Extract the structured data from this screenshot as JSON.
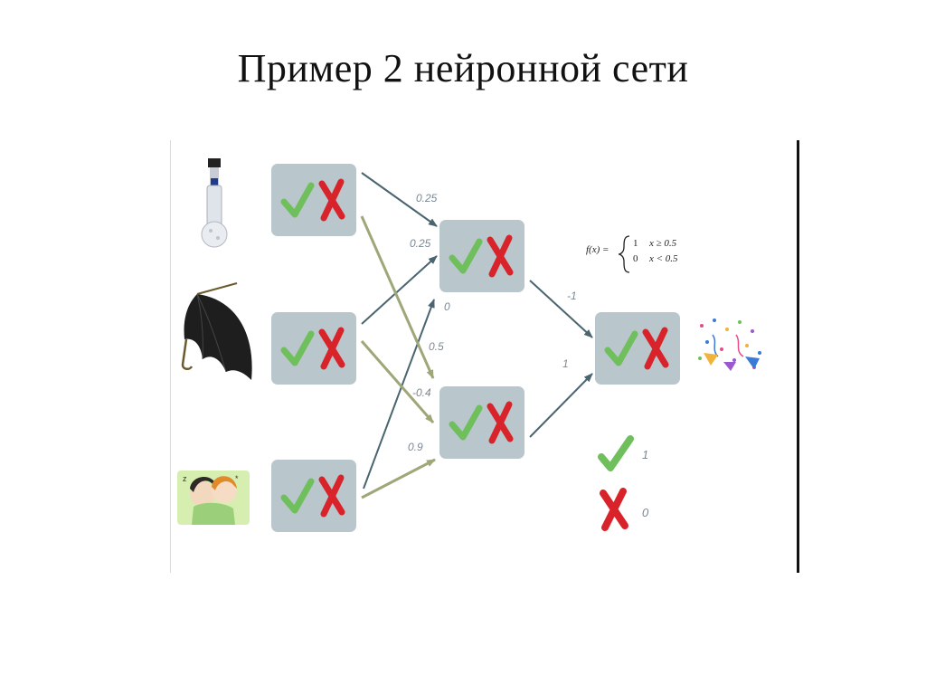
{
  "slide": {
    "title": "Пример 2 нейронной сети"
  },
  "colors": {
    "neuron_fill": "#b9c6cb",
    "check": "#6fbf5c",
    "cross": "#d8232a",
    "arrow_dark": "#4a6470",
    "arrow_olive": "#9da777",
    "weight_text": "#7b8893"
  },
  "icons": {
    "input_1": "water-bottle-icon",
    "input_2": "umbrella-icon",
    "input_3": "couple-illustration-icon",
    "output": "confetti-icon"
  },
  "formula": {
    "lhs": "f(x) =",
    "case1_value": "1",
    "case1_condition": "x ≥ 0.5",
    "case2_value": "0",
    "case2_condition": "x < 0.5"
  },
  "legend": {
    "check_value": "1",
    "cross_value": "0"
  },
  "chart_data": {
    "type": "network",
    "layers": [
      [
        "input-1",
        "input-2",
        "input-3"
      ],
      [
        "hidden-1",
        "hidden-2"
      ],
      [
        "output"
      ]
    ],
    "edges": [
      {
        "from": "input-1",
        "to": "hidden-1",
        "weight": "0.25"
      },
      {
        "from": "input-2",
        "to": "hidden-1",
        "weight": "0.25"
      },
      {
        "from": "input-3",
        "to": "hidden-1",
        "weight": "0"
      },
      {
        "from": "input-1",
        "to": "hidden-2",
        "weight": "0.5"
      },
      {
        "from": "input-2",
        "to": "hidden-2",
        "weight": "-0.4"
      },
      {
        "from": "input-3",
        "to": "hidden-2",
        "weight": "0.9"
      },
      {
        "from": "hidden-1",
        "to": "output",
        "weight": "-1"
      },
      {
        "from": "hidden-2",
        "to": "output",
        "weight": "1"
      }
    ],
    "activation": "step"
  }
}
